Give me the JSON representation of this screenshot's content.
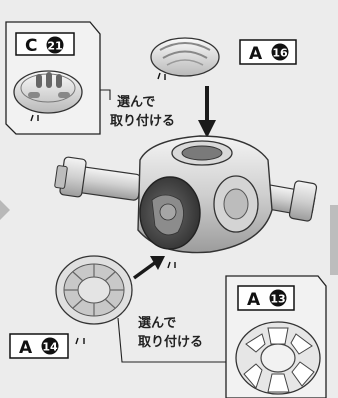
{
  "instruction_page": {
    "step_upper": {
      "inset_part_label": "C",
      "inset_part_number": "21",
      "part_label": "A",
      "part_number": "16",
      "instruction_line1": "選んで",
      "instruction_line2": "取り付ける"
    },
    "step_lower": {
      "part_left_label": "A",
      "part_left_number": "14",
      "part_right_label": "A",
      "part_right_number": "13",
      "instruction_line1": "選んで",
      "instruction_line2": "取り付ける"
    }
  }
}
